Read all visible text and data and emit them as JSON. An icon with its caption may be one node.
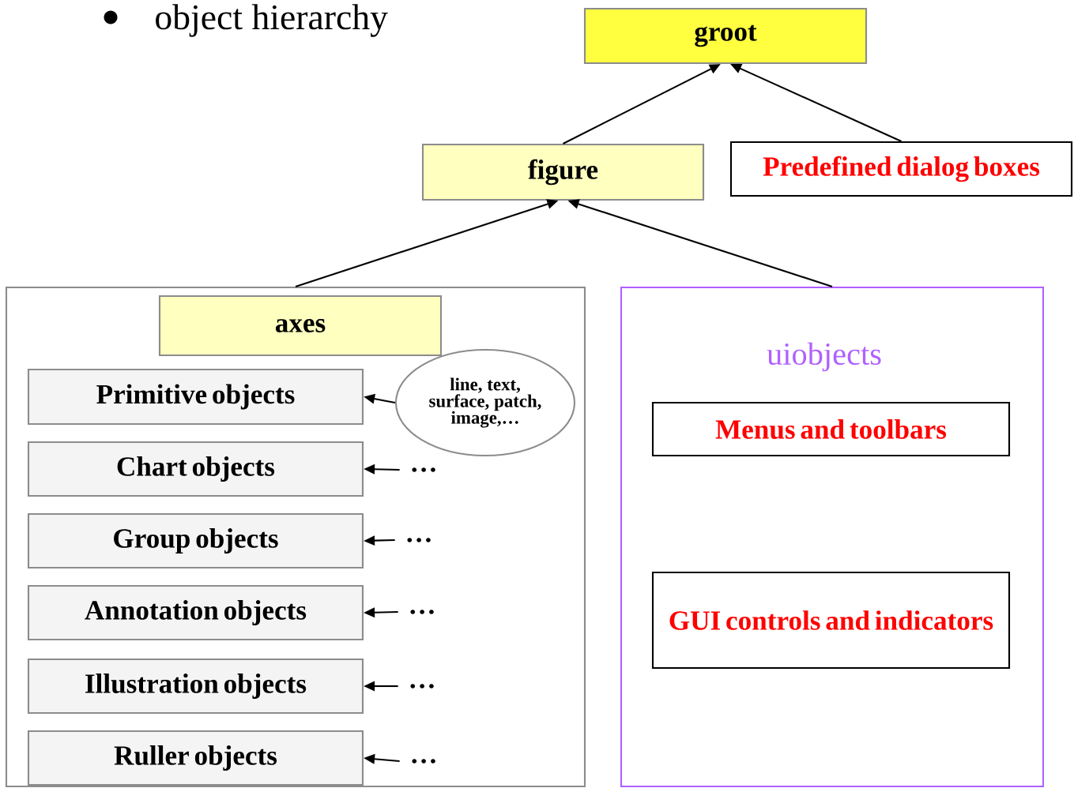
{
  "diagram": {
    "nodes": [
      {
        "text": [
          "groot"
        ]
      },
      {
        "text": [
          "figure"
        ]
      },
      {
        "text": [
          "Predefined dialog boxes"
        ]
      },
      {
        "text": [],
        "shape": "box"
      },
      {
        "text": [
          "axes"
        ],
        "in": 3
      },
      {
        "text": [
          "Primitive objects"
        ],
        "in": 3
      },
      {
        "text": [
          "line, text, surface, patch, image,…"
        ],
        "in": 3
      },
      {
        "text": [
          "Chart objects"
        ],
        "in": 3
      },
      {
        "text": [
          "Group objects"
        ],
        "in": 3
      },
      {
        "text": [
          "Annotation objects"
        ],
        "in": 3
      },
      {
        "text": [
          "Illustration objects"
        ],
        "in": 3
      },
      {
        "text": [
          "Ruller objects"
        ],
        "in": 3
      },
      {
        "text": [
          "…"
        ],
        "in": 3
      },
      {
        "text": [
          "…"
        ],
        "in": 3
      },
      {
        "text": [
          "…"
        ],
        "in": 3
      },
      {
        "text": [
          "…"
        ],
        "in": 3
      },
      {
        "text": [
          "…"
        ],
        "in": 3
      },
      {
        "text": [
          "uiobjects"
        ]
      },
      {
        "text": [
          "Menus and toolbars"
        ],
        "in": 17
      },
      {
        "text": [
          "GUI controls and indicators"
        ],
        "in": 17
      }
    ],
    "edges": [
      {
        "from": 1,
        "to": 0,
        "arrow": "to"
      },
      {
        "from": 2,
        "to": 0,
        "arrow": "to"
      },
      {
        "from": 3,
        "to": 1,
        "arrow": "to"
      },
      {
        "from": 17,
        "to": 1,
        "arrow": "to"
      },
      {
        "from": 6,
        "to": 5,
        "arrow": "to"
      },
      {
        "from": 12,
        "to": 7,
        "arrow": "to"
      },
      {
        "from": 13,
        "to": 8,
        "arrow": "to"
      },
      {
        "from": 14,
        "to": 9,
        "arrow": "to"
      },
      {
        "from": 15,
        "to": 10,
        "arrow": "to"
      },
      {
        "from": 16,
        "to": 11,
        "arrow": "to"
      }
    ],
    "labels": [
      "object hierarchy"
    ]
  }
}
